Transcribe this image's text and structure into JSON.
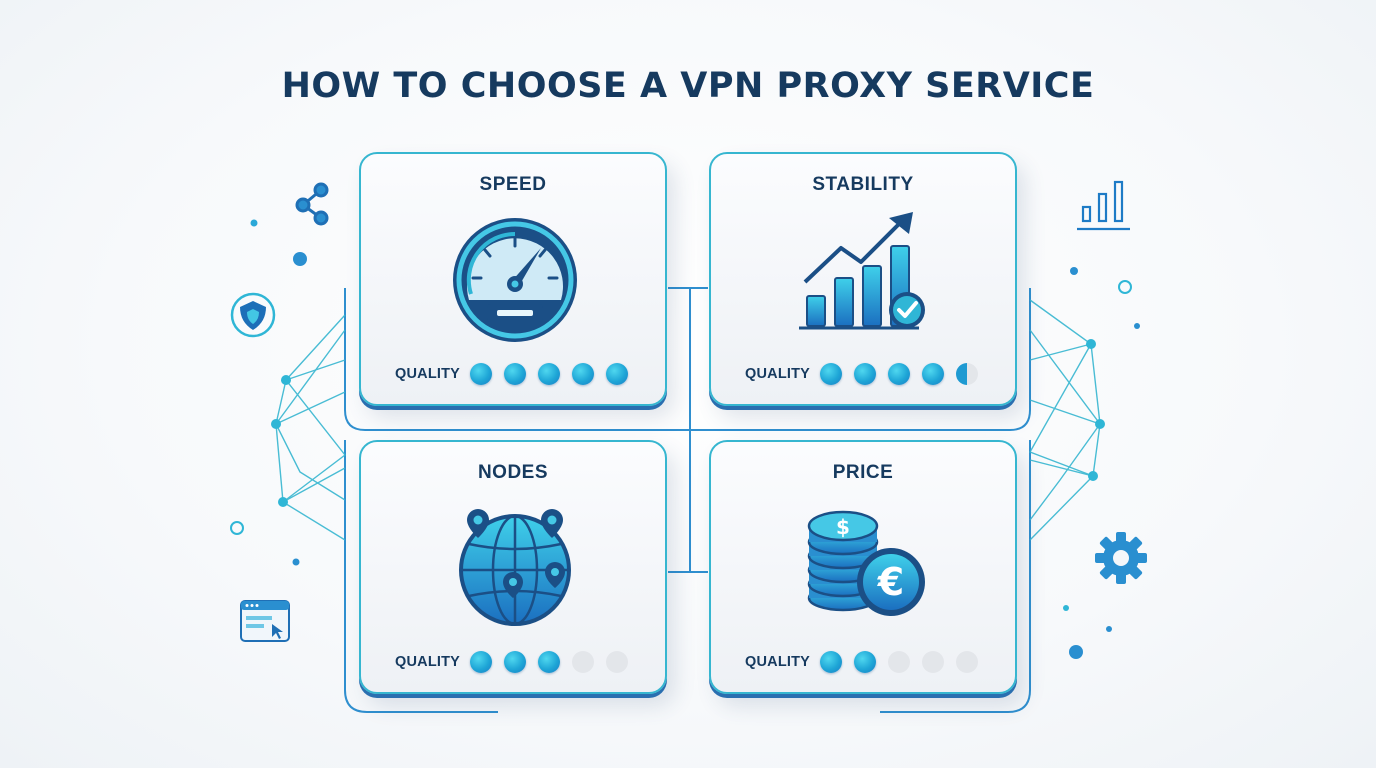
{
  "title": "HOW TO CHOOSE A VPN PROXY SERVICE",
  "colors": {
    "accent": "#1ea5d6",
    "dark": "#163a5f",
    "border": "#36b6d0",
    "empty": "#e3e6ea"
  },
  "quality_label": "QUALITY",
  "cards": [
    {
      "label": "SPEED",
      "icon": "speedometer-icon",
      "rating": 5,
      "max": 5
    },
    {
      "label": "STABILITY",
      "icon": "rising-chart-check-icon",
      "rating": 4.5,
      "max": 5
    },
    {
      "label": "NODES",
      "icon": "globe-pins-icon",
      "rating": 3,
      "max": 5
    },
    {
      "label": "PRICE",
      "icon": "coins-euro-icon",
      "rating": 2,
      "max": 5
    }
  ],
  "price_icon": {
    "dollar_symbol": "$",
    "euro_symbol": "€"
  },
  "decorations": [
    "share-icon",
    "shield-icon",
    "bar-chart-icon",
    "gear-icon",
    "browser-window-icon"
  ]
}
